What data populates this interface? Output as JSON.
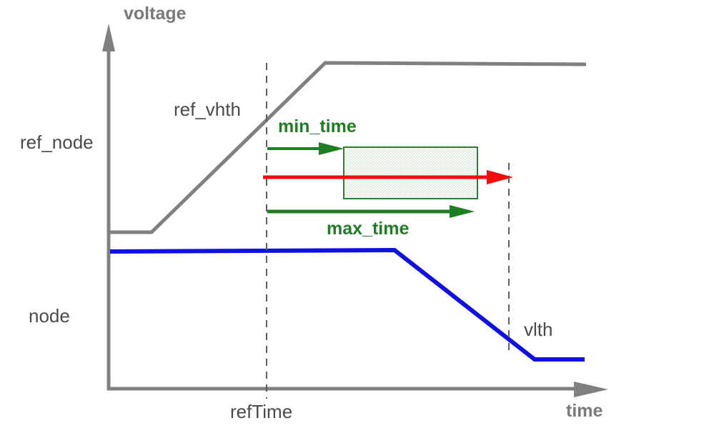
{
  "axes": {
    "y_label": "voltage",
    "x_label": "time"
  },
  "labels": {
    "ref_node": "ref_node",
    "node": "node",
    "ref_threshold": "ref_vhth",
    "node_threshold": "vlth",
    "ref_time": "refTime",
    "min_time": "min_time",
    "max_time": "max_time"
  },
  "colors": {
    "axis_gray": "#808080",
    "ref_waveform_gray": "#808080",
    "node_waveform_blue": "#0f10e3",
    "green": "#1e7e22",
    "red": "#f40b0b",
    "box_border_green": "#2e7d32",
    "box_fill_light_green": "#ddeedd",
    "dashed_gray": "#5f5f5f",
    "dark_label": "#4a4a4a",
    "axis_label_gray": "#7a7a7a"
  }
}
